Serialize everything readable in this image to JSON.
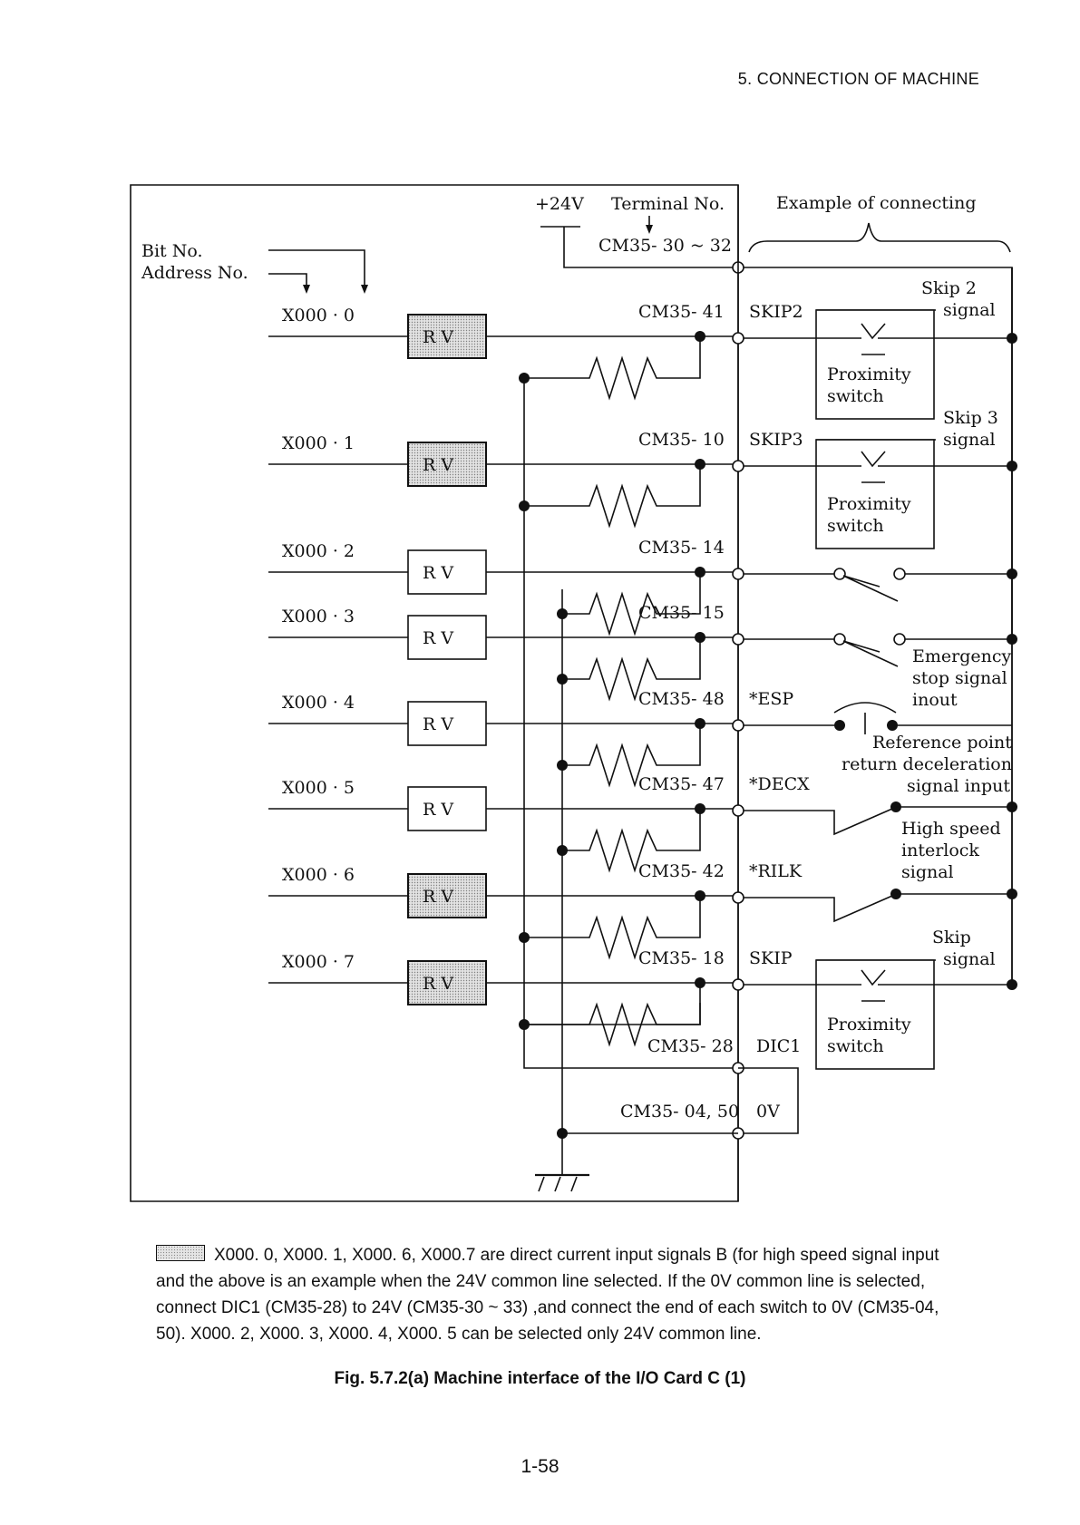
{
  "header": {
    "section": "5.  CONNECTION OF MACHINE"
  },
  "diagram": {
    "labels": {
      "bit_no": "Bit No.",
      "address_no": "Address No.",
      "plus24v": "+24V",
      "terminal_no": "Terminal No.",
      "terminal_range": "CM35- 30 ~ 32",
      "example": "Example of connecting"
    },
    "rows": [
      {
        "address": "X000",
        "bit": "0",
        "rv": "R V",
        "shaded": true,
        "terminal": "CM35- 41",
        "signal": "SKIP2"
      },
      {
        "address": "X000",
        "bit": "1",
        "rv": "R V",
        "shaded": true,
        "terminal": "CM35- 10",
        "signal": "SKIP3"
      },
      {
        "address": "X000",
        "bit": "2",
        "rv": "R V",
        "shaded": false,
        "terminal": "CM35- 14",
        "signal": ""
      },
      {
        "address": "X000",
        "bit": "3",
        "rv": "R V",
        "shaded": false,
        "terminal": "CM35- 15",
        "signal": ""
      },
      {
        "address": "X000",
        "bit": "4",
        "rv": "R V",
        "shaded": false,
        "terminal": "CM35- 48",
        "signal": "*ESP"
      },
      {
        "address": "X000",
        "bit": "5",
        "rv": "R V",
        "shaded": false,
        "terminal": "CM35- 47",
        "signal": "*DECX"
      },
      {
        "address": "X000",
        "bit": "6",
        "rv": "R V",
        "shaded": true,
        "terminal": "CM35- 42",
        "signal": "*RILK"
      },
      {
        "address": "X000",
        "bit": "7",
        "rv": "R V",
        "shaded": true,
        "terminal": "CM35- 18",
        "signal": "SKIP"
      }
    ],
    "bottom_terminals": [
      {
        "terminal": "CM35- 28",
        "signal": "DIC1"
      },
      {
        "terminal": "CM35- 04, 50",
        "signal": "0V"
      }
    ],
    "right_labels": {
      "skip2_line1": "Skip 2",
      "skip2_line2": "signal",
      "skip3_line1": "Skip 3",
      "skip3_line2": "signal",
      "prox1": "Proximity",
      "prox2": "switch",
      "esp1": "Emergency",
      "esp2": "stop signal",
      "esp3": "inout",
      "dec1": "Reference point",
      "dec2": "return deceleration",
      "dec3": "signal input",
      "rilk1": "High speed",
      "rilk2": "interlock",
      "rilk3": "signal",
      "skip_line1": "Skip",
      "skip_line2": "signal"
    }
  },
  "note": {
    "text": "X000. 0, X000. 1, X000. 6, X000.7 are direct current input signals B (for high speed signal input and the above is an example when the 24V common line selected. If the 0V common line is selected, connect DIC1 (CM35-28) to 24V (CM35-30 ~ 33) ,and connect the end of each switch to 0V (CM35-04, 50).  X000. 2, X000. 3, X000. 4, X000. 5 can be selected only 24V common line."
  },
  "caption": "Fig. 5.7.2(a)   Machine interface of the I/O Card C (1)",
  "page_number": "1-58"
}
